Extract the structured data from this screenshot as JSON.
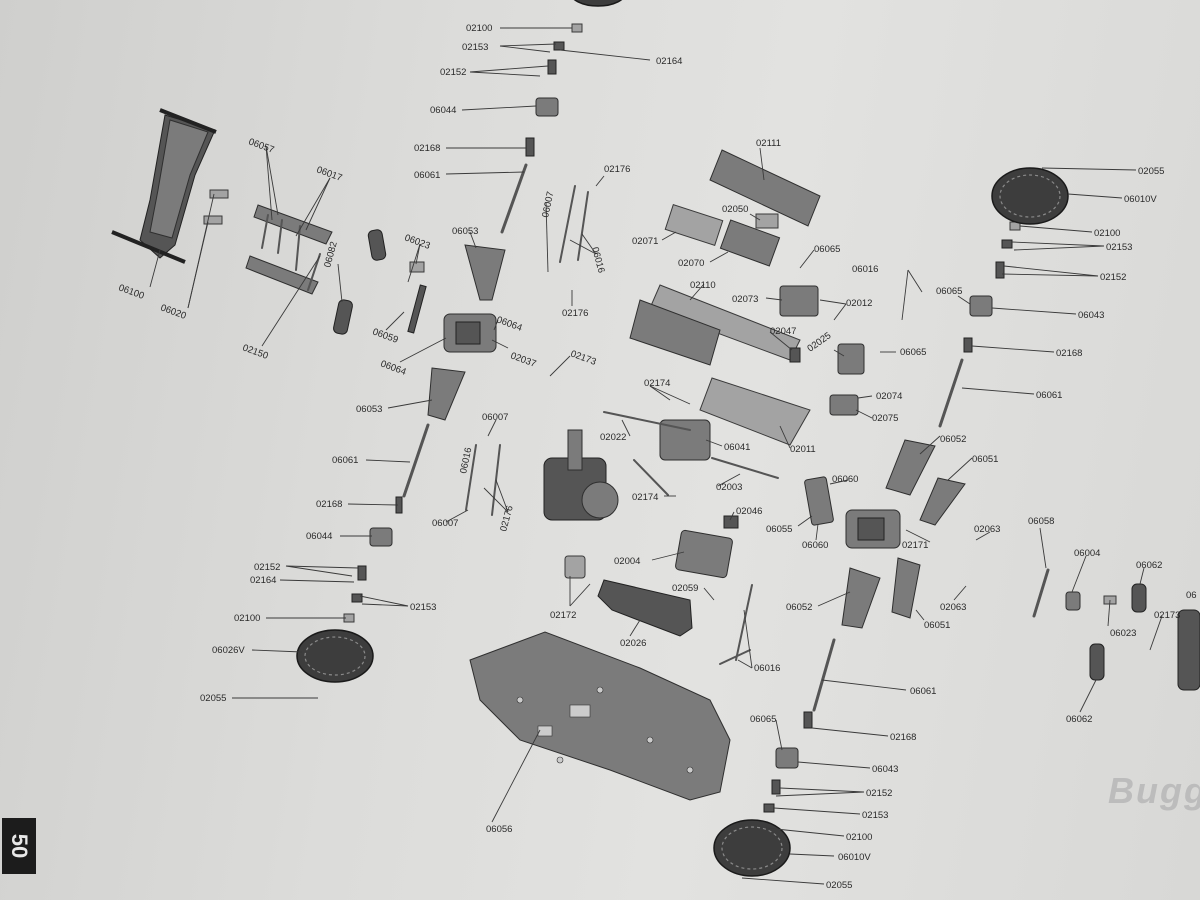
{
  "page": {
    "number": "50",
    "side_title": "Bugg"
  },
  "labels": {
    "l_02100_a": "02100",
    "l_02153_a": "02153",
    "l_02164_a": "02164",
    "l_02152_a": "02152",
    "l_06044_a": "06044",
    "l_02168_a": "02168",
    "l_06061_a": "06061",
    "l_06057": "06057",
    "l_06017": "06017",
    "l_06100": "06100",
    "l_06020": "06020",
    "l_06082": "06082",
    "l_06023_a": "06023",
    "l_06059": "06059",
    "l_02150": "02150",
    "l_06053_a": "06053",
    "l_06064_a": "06064",
    "l_06064_b": "06064",
    "l_02037": "02037",
    "l_02173_a": "02173",
    "l_06053_b": "06053",
    "l_06007_a": "06007",
    "l_02176_a": "02176",
    "l_06016_a": "06016",
    "l_02176_b": "02176",
    "l_02111": "02111",
    "l_02050": "02050",
    "l_02071": "02071",
    "l_02070": "02070",
    "l_06065_a": "06065",
    "l_02110": "02110",
    "l_02073": "02073",
    "l_02012": "02012",
    "l_02047": "02047",
    "l_02025": "02025",
    "l_06065_b": "06065",
    "l_02074": "02074",
    "l_02075": "02075",
    "l_02011": "02011",
    "l_02174_a": "02174",
    "l_02022": "02022",
    "l_06041": "06041",
    "l_02003": "02003",
    "l_02174_b": "02174",
    "l_02046": "02046",
    "l_06007_b": "06007",
    "l_06016_b": "06016",
    "l_06007_c": "06007",
    "l_02176_c": "02176",
    "l_06061_b": "06061",
    "l_02168_b": "02168",
    "l_06044_b": "06044",
    "l_02152_b": "02152",
    "l_02164_b": "02164",
    "l_02153_b": "02153",
    "l_02100_b": "02100",
    "l_06026V": "06026V",
    "l_02055_a": "02055",
    "l_02004": "02004",
    "l_02059": "02059",
    "l_02172": "02172",
    "l_02026": "02026",
    "l_06016_c": "06016",
    "l_06056": "06056",
    "l_06052_a": "06052",
    "l_06061_c": "06061",
    "l_06065_c": "06065",
    "l_02168_c": "02168",
    "l_06043_a": "06043",
    "l_02152_c": "02152",
    "l_02153_c": "02153",
    "l_02100_c": "02100",
    "l_06010V_a": "06010V",
    "l_02055_b": "02055",
    "l_02055_c": "02055",
    "l_06010V_b": "06010V",
    "l_02100_d": "02100",
    "l_02153_d": "02153",
    "l_02152_d": "02152",
    "l_06016_d": "06016",
    "l_06065_d": "06065",
    "l_06043_b": "06043",
    "l_02168_d": "02168",
    "l_06061_d": "06061",
    "l_06052_b": "06052",
    "l_06051_a": "06051",
    "l_06060_a": "06060",
    "l_06055": "06055",
    "l_06060_b": "06060",
    "l_02171": "02171",
    "l_02063_a": "02063",
    "l_02063_b": "02063",
    "l_06051_b": "06051",
    "l_06058": "06058",
    "l_06004": "06004",
    "l_06062_a": "06062",
    "l_06062_b": "06062",
    "l_06023_b": "06023",
    "l_02173_b": "02173",
    "l_06_edge": "06"
  }
}
